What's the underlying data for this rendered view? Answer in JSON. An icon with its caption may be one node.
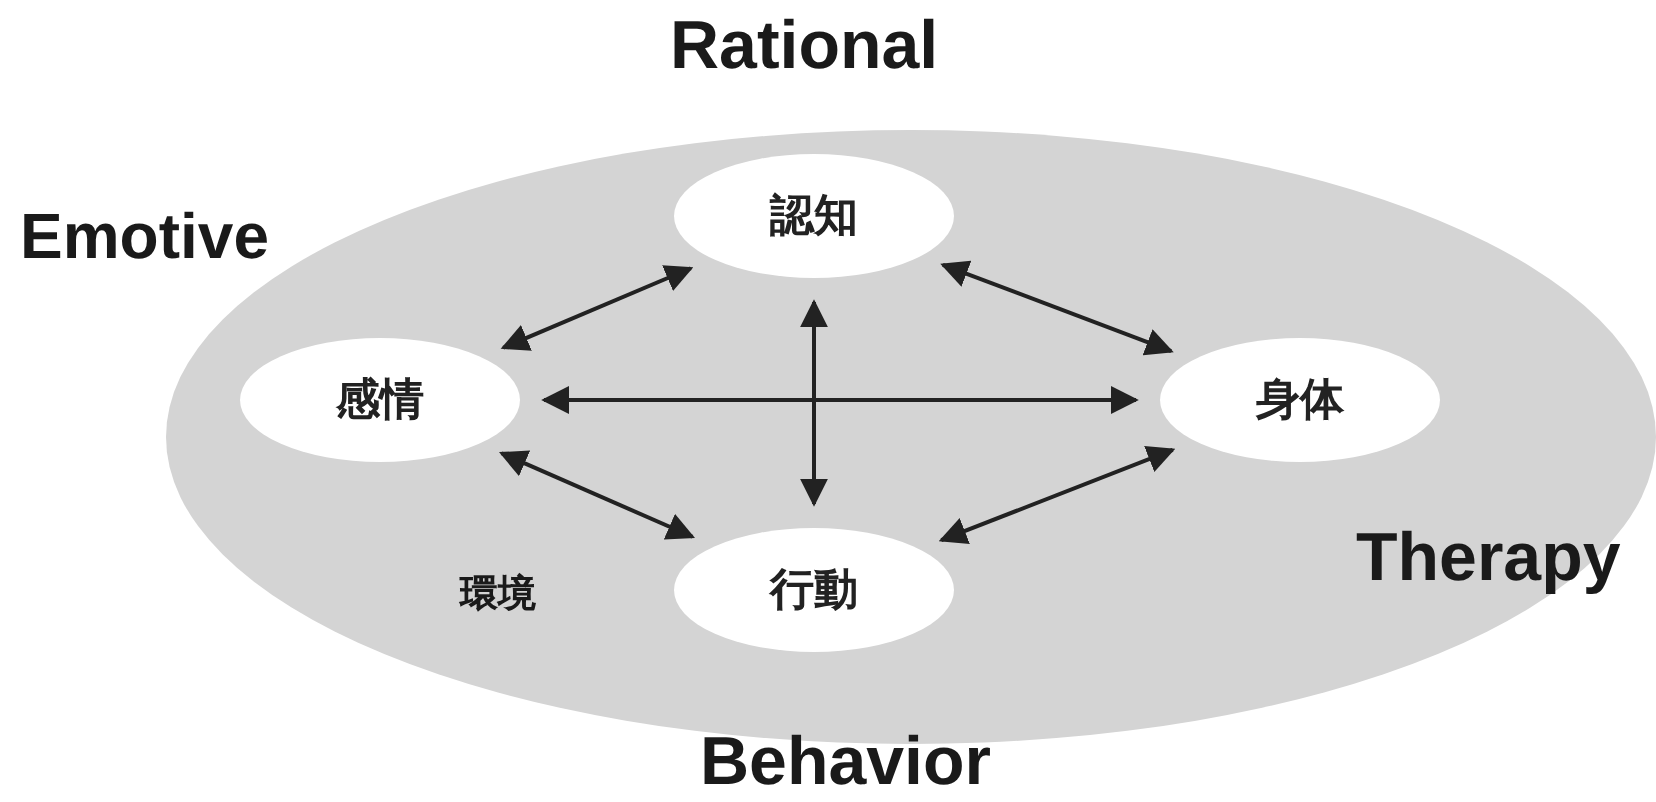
{
  "diagram": {
    "nodes": [
      {
        "text": [],
        "shape": "ellipse"
      },
      {
        "text": [
          "認知"
        ],
        "in": 0
      },
      {
        "text": [
          "感情"
        ],
        "in": 0
      },
      {
        "text": [
          "身体"
        ],
        "in": 0
      },
      {
        "text": [
          "行動"
        ],
        "in": 0
      }
    ],
    "edges": [
      {
        "from": 2,
        "to": 1,
        "arrow": "both"
      },
      {
        "from": 1,
        "to": 3,
        "arrow": "both"
      },
      {
        "from": 2,
        "to": 3,
        "arrow": "both"
      },
      {
        "from": 1,
        "to": 4,
        "arrow": "both"
      },
      {
        "from": 2,
        "to": 4,
        "arrow": "both"
      },
      {
        "from": 4,
        "to": 3,
        "arrow": "both"
      }
    ],
    "labels": [
      "Rational",
      "Emotive",
      "環境",
      "Therapy",
      "Behavior"
    ]
  }
}
